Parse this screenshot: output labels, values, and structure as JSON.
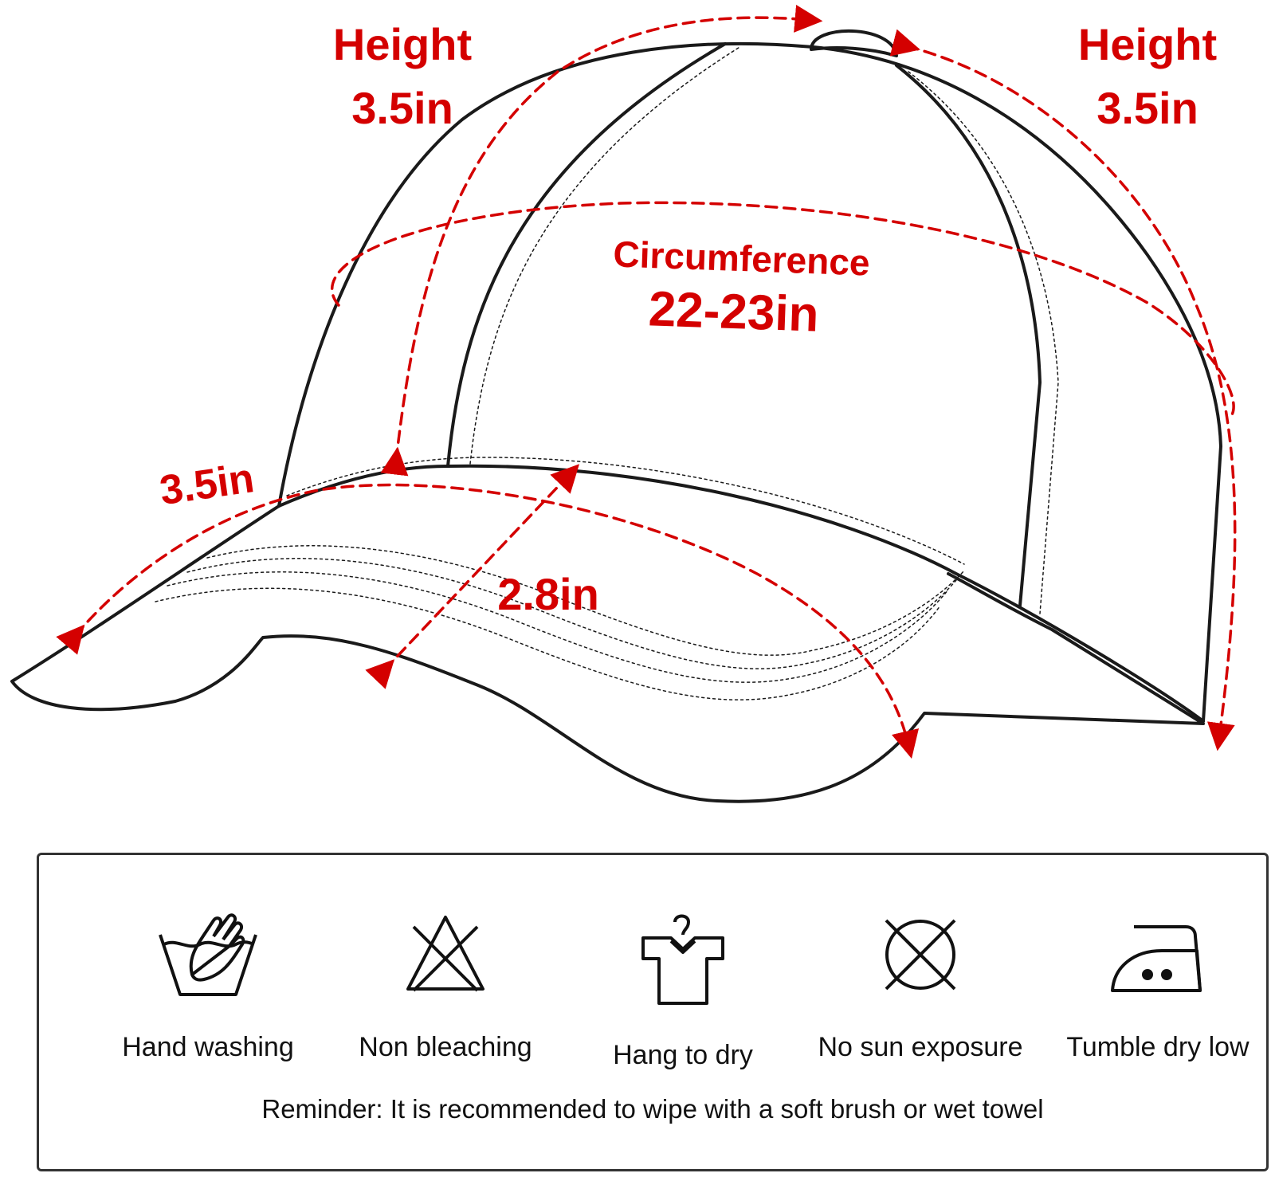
{
  "diagram": {
    "height_left": {
      "label": "Height",
      "value": "3.5in"
    },
    "height_right": {
      "label": "Height",
      "value": "3.5in"
    },
    "circumference": {
      "label": "Circumference",
      "value": "22-23in"
    },
    "brim_width": {
      "value": "3.5in"
    },
    "brim_depth": {
      "value": "2.8in"
    },
    "colors": {
      "annotation": "#d40000",
      "outline": "#1a1a1a"
    }
  },
  "care": {
    "items": [
      {
        "icon": "hand-wash-icon",
        "label": "Hand washing"
      },
      {
        "icon": "no-bleach-icon",
        "label": "Non bleaching"
      },
      {
        "icon": "hang-dry-icon",
        "label": "Hang to dry"
      },
      {
        "icon": "no-sun-icon",
        "label": "No sun exposure"
      },
      {
        "icon": "iron-low-icon",
        "label": "Tumble dry low"
      }
    ],
    "reminder": "Reminder: It is recommended to wipe with a soft brush or wet towel"
  }
}
